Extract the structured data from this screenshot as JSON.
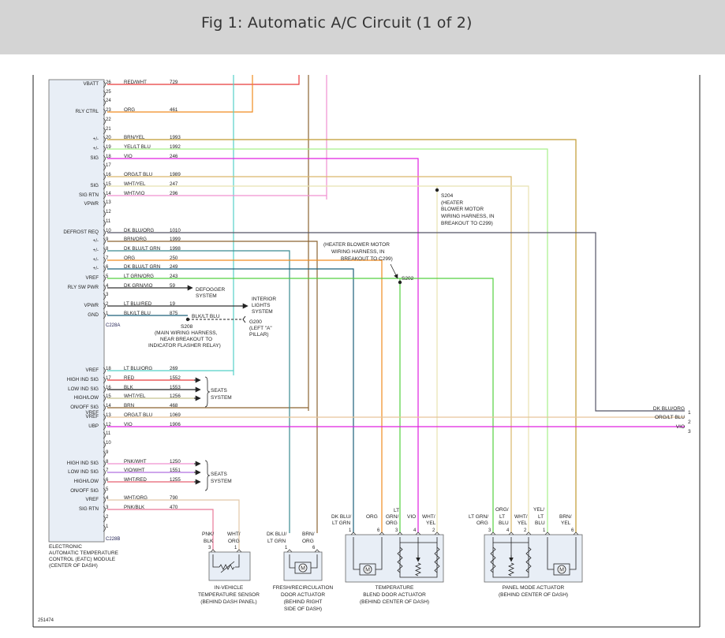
{
  "header": {
    "title": "Fig 1: Automatic A/C Circuit (1 of 2)"
  },
  "figure_id": "251474",
  "colors": {
    "red": "#e83a3a",
    "orange": "#f08c20",
    "brown": "#8c6432",
    "tan": "#d9b76a",
    "yellow": "#e8e060",
    "violet": "#e020e0",
    "lightblue": "#55d0c8",
    "darkblue": "#1c5f7a",
    "green": "#55d040",
    "pink": "#f090d0",
    "black": "#222222",
    "lightgreen": "#a8f08a",
    "palebrown": "#e2c8a8",
    "teal": "#3a8a90"
  },
  "module": {
    "name_lines": [
      "ELECTRONIC",
      "AUTOMATIC TEMPERATURE",
      "CONTROL (EATC) MODULE",
      "(CENTER OF DASH)"
    ],
    "connectors": [
      "C228A",
      "C228B"
    ]
  },
  "connector_a": [
    {
      "pin": "26",
      "label": "VBATT",
      "color": "RED/WHT",
      "circuit": "729"
    },
    {
      "pin": "25",
      "label": "",
      "color": "",
      "circuit": ""
    },
    {
      "pin": "24",
      "label": "",
      "color": "",
      "circuit": ""
    },
    {
      "pin": "23",
      "label": "RLY CTRL",
      "color": "ORG",
      "circuit": "461"
    },
    {
      "pin": "22",
      "label": "",
      "color": "",
      "circuit": ""
    },
    {
      "pin": "21",
      "label": "",
      "color": "",
      "circuit": ""
    },
    {
      "pin": "20",
      "label": "+/-",
      "color": "BRN/YEL",
      "circuit": "1993"
    },
    {
      "pin": "19",
      "label": "+/-",
      "color": "YEL/LT BLU",
      "circuit": "1992"
    },
    {
      "pin": "18",
      "label": "SIG",
      "color": "VIO",
      "circuit": "246"
    },
    {
      "pin": "17",
      "label": "",
      "color": "",
      "circuit": ""
    },
    {
      "pin": "16",
      "label": "",
      "color": "ORG/LT BLU",
      "circuit": "1989"
    },
    {
      "pin": "15",
      "label": "SIG",
      "color": "WHT/YEL",
      "circuit": "247"
    },
    {
      "pin": "14",
      "label": "SIG RTN",
      "color": "WHT/VIO",
      "circuit": "296"
    },
    {
      "pin": "13",
      "label": "VPWR",
      "color": "",
      "circuit": ""
    },
    {
      "pin": "12",
      "label": "",
      "color": "",
      "circuit": ""
    },
    {
      "pin": "11",
      "label": "",
      "color": "",
      "circuit": ""
    },
    {
      "pin": "10",
      "label": "DEFROST REQ",
      "color": "DK BLU/ORG",
      "circuit": "1010"
    },
    {
      "pin": "9",
      "label": "+/-",
      "color": "BRN/ORG",
      "circuit": "1999"
    },
    {
      "pin": "8",
      "label": "+/-",
      "color": "DK BLU/LT GRN",
      "circuit": "1998"
    },
    {
      "pin": "7",
      "label": "+/-",
      "color": "ORG",
      "circuit": "250"
    },
    {
      "pin": "6",
      "label": "+/-",
      "color": "DK BLU/LT GRN",
      "circuit": "249"
    },
    {
      "pin": "5",
      "label": "VREF",
      "color": "LT GRN/ORG",
      "circuit": "243"
    },
    {
      "pin": "4",
      "label": "RLY SW PWR",
      "color": "DK GRN/VIO",
      "circuit": "59"
    },
    {
      "pin": "3",
      "label": "",
      "color": "",
      "circuit": ""
    },
    {
      "pin": "2",
      "label": "VPWR",
      "color": "LT BLU/RED",
      "circuit": "19"
    },
    {
      "pin": "1",
      "label": "GND",
      "color": "BLK/LT BLU",
      "circuit": "875"
    }
  ],
  "connector_b1": [
    {
      "pin": "18",
      "label": "VREF",
      "color": "LT BLU/ORG",
      "circuit": "269"
    },
    {
      "pin": "17",
      "label": "HIGH IND SIG",
      "color": "RED",
      "circuit": "1552"
    },
    {
      "pin": "16",
      "label": "LOW IND SIG",
      "color": "BLK",
      "circuit": "1553"
    },
    {
      "pin": "15",
      "label": "HIGH/LOW",
      "color": "WHT/YEL",
      "circuit": "1256"
    },
    {
      "pin": "14",
      "label": "ON/OFF SIG",
      "color": "BRN",
      "circuit": "468"
    },
    {
      "pin": "13",
      "label": "VREF",
      "color": "ORG/LT BLU",
      "circuit": "1069"
    },
    {
      "pin": "12",
      "label": "UBP",
      "color": "VIO",
      "circuit": "1906"
    },
    {
      "pin": "11",
      "label": "",
      "color": "",
      "circuit": ""
    },
    {
      "pin": "10",
      "label": "",
      "color": "",
      "circuit": ""
    },
    {
      "pin": "9",
      "label": "",
      "color": "",
      "circuit": ""
    }
  ],
  "extra_b1_label": "VREF",
  "connector_b2": [
    {
      "pin": "8",
      "label": "HIGH IND SIG",
      "color": "PNK/WHT",
      "circuit": "1250"
    },
    {
      "pin": "7",
      "label": "LOW IND SIG",
      "color": "VIO/WHT",
      "circuit": "1551"
    },
    {
      "pin": "6",
      "label": "HIGH/LOW",
      "color": "WHT/RED",
      "circuit": "1255"
    },
    {
      "pin": "5",
      "label": "ON/OFF SIG",
      "color": "",
      "circuit": ""
    },
    {
      "pin": "4",
      "label": "VREF",
      "color": "WHT/ORG",
      "circuit": "790"
    },
    {
      "pin": "3",
      "label": "SIG RTN",
      "color": "PNK/BLK",
      "circuit": "470"
    },
    {
      "pin": "2",
      "label": "",
      "color": "",
      "circuit": ""
    },
    {
      "pin": "1",
      "label": "",
      "color": "",
      "circuit": ""
    }
  ],
  "callouts": {
    "defogger": [
      "DEFOGGER",
      "SYSTEM"
    ],
    "interior": [
      "INTERIOR",
      "LIGHTS",
      "SYSTEM"
    ],
    "blk_lt_blu": "BLK/LT BLU",
    "g200": [
      "G200",
      "(LEFT \"A\"",
      "PILLAR)"
    ],
    "s208": [
      "S208",
      "(MAIN WIRING HARNESS,",
      "NEAR BREAKOUT TO",
      "INDICATOR FLASHER RELAY)"
    ],
    "s204": [
      "S204",
      "(HEATER",
      "BLOWER MOTOR",
      "WIRING HARNESS, IN",
      "BREAKOUT TO C299)"
    ],
    "s202_note": [
      "(HEATER BLOWER MOTOR",
      "WIRING HARNESS, IN",
      "BREAKOUT TO C299)"
    ],
    "s202": "S202",
    "seats1": [
      "SEATS",
      "SYSTEM"
    ],
    "seats2": [
      "SEATS",
      "SYSTEM"
    ]
  },
  "right_exits": [
    {
      "label": "DK BLU/ORG",
      "num": "1"
    },
    {
      "label": "ORG/LT BLU",
      "num": "2"
    },
    {
      "label": "VIO",
      "num": "3"
    }
  ],
  "components": {
    "temp_sensor": {
      "name": [
        "IN-VEHICLE",
        "TEMPERATURE SENSOR",
        "(BEHIND DASH PANEL)"
      ],
      "wires": [
        {
          "label": [
            "PNK/",
            "BLK"
          ],
          "pin": "3"
        },
        {
          "label": [
            "WHT/",
            "ORG"
          ],
          "pin": "1"
        }
      ]
    },
    "fresh_recirc": {
      "name": [
        "FRESH/RECIRCULATION",
        "DOOR ACTUATOR",
        "(BEHIND RIGHT",
        "SIDE OF DASH)"
      ],
      "wires": [
        {
          "label": [
            "DK BLU/",
            "LT GRN"
          ],
          "pin": "1"
        },
        {
          "label": [
            "BRN/",
            "ORG"
          ],
          "pin": "6"
        }
      ]
    },
    "temp_blend": {
      "name": [
        "TEMPERATURE",
        "BLEND DOOR ACTUATOR",
        "(BEHIND CENTER OF DASH)"
      ],
      "wires": [
        {
          "label": [
            "DK BLU/",
            "LT GRN"
          ],
          "pin": "1"
        },
        {
          "label": [
            "ORG"
          ],
          "pin": "6"
        },
        {
          "label": [
            "LT",
            "GRN/",
            "ORG"
          ],
          "pin": "3"
        },
        {
          "label": [
            "VIO"
          ],
          "pin": "4"
        },
        {
          "label": [
            "WHT/",
            "YEL"
          ],
          "pin": "2"
        }
      ]
    },
    "panel_mode": {
      "name": [
        "PANEL MODE ACTUATOR",
        "(BEHIND CENTER OF DASH)"
      ],
      "wires": [
        {
          "label": [
            "LT GRN/",
            "ORG"
          ],
          "pin": "3"
        },
        {
          "label": [
            "ORG/",
            "LT",
            "BLU"
          ],
          "pin": "4"
        },
        {
          "label": [
            "WHT/",
            "YEL"
          ],
          "pin": "2"
        },
        {
          "label": [
            "YEL/",
            "LT",
            "BLU"
          ],
          "pin": "1"
        },
        {
          "label": [
            "BRN/",
            "YEL"
          ],
          "pin": "6"
        }
      ]
    }
  },
  "motor_symbol": "M"
}
